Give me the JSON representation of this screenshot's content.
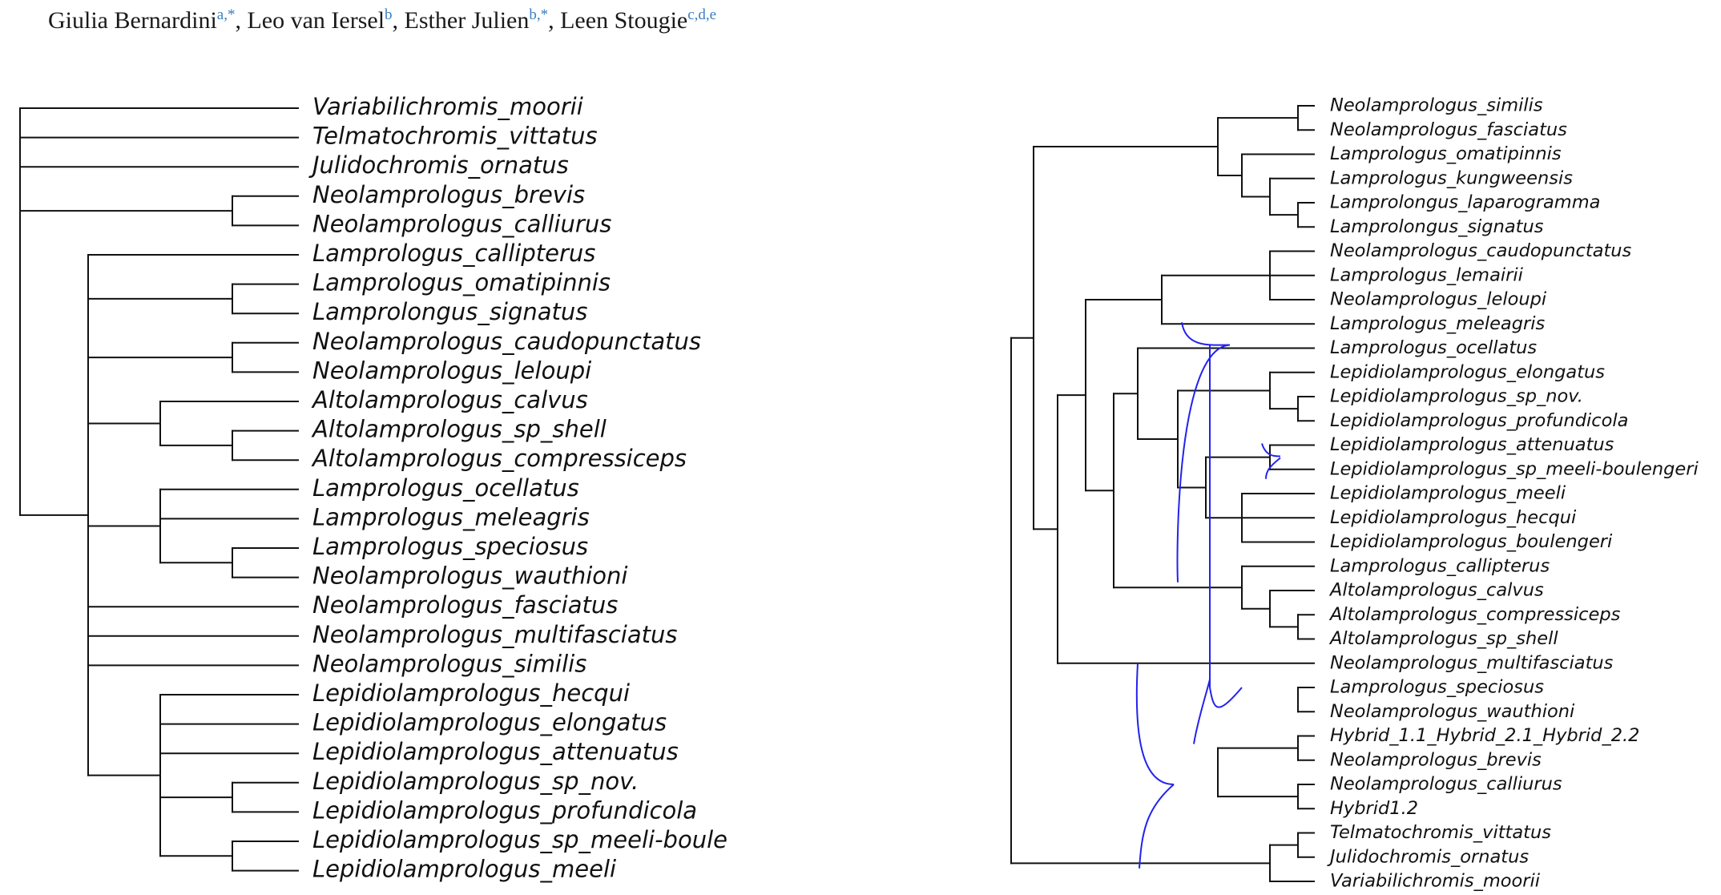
{
  "header": {
    "authors": [
      {
        "name": "Giulia Bernardini",
        "sup": "a,*"
      },
      {
        "name": "Leo van Iersel",
        "sup": "b"
      },
      {
        "name": "Esther Julien",
        "sup": "b,*"
      },
      {
        "name": "Leen Stougie",
        "sup": "c,d,e"
      }
    ]
  },
  "colors": {
    "edge": "#111111",
    "reticulation": "#2222ee",
    "affiliation": "#3a7fc4"
  },
  "left_tree": {
    "leaves": [
      "Variabilichromis_moorii",
      "Telmatochromis_vittatus",
      "Julidochromis_ornatus",
      "Neolamprologus_brevis",
      "Neolamprologus_calliurus",
      "Lamprologus_callipterus",
      "Lamprologus_omatipinnis",
      "Lamprolongus_signatus",
      "Neolamprologus_caudopunctatus",
      "Neolamprologus_leloupi",
      "Altolamprologus_calvus",
      "Altolamprologus_sp_shell",
      "Altolamprologus_compressiceps",
      "Lamprologus_ocellatus",
      "Lamprologus_meleagris",
      "Lamprologus_speciosus",
      "Neolamprologus_wauthioni",
      "Neolamprologus_fasciatus",
      "Neolamprologus_multifasciatus",
      "Neolamprologus_similis",
      "Lepidiolamprologus_hecqui",
      "Lepidiolamprologus_elongatus",
      "Lepidiolamprologus_attenuatus",
      "Lepidiolamprologus_sp_nov.",
      "Lepidiolamprologus_profundicola",
      "Lepidiolamprologus_sp_meeli-boule",
      "Lepidiolamprologus_meeli"
    ]
  },
  "right_network": {
    "leaves": [
      "Neolamprologus_similis",
      "Neolamprologus_fasciatus",
      "Lamprologus_omatipinnis",
      "Lamprologus_kungweensis",
      "Lamprolongus_laparogramma",
      "Lamprolongus_signatus",
      "Neolamprologus_caudopunctatus",
      "Lamprologus_lemairii",
      "Neolamprologus_leloupi",
      "Lamprologus_meleagris",
      "Lamprologus_ocellatus",
      "Lepidiolamprologus_elongatus",
      "Lepidiolamprologus_sp_nov.",
      "Lepidiolamprologus_profundicola",
      "Lepidiolamprologus_attenuatus",
      "Lepidiolamprologus_sp_meeli-boulengeri",
      "Lepidiolamprologus_meeli",
      "Lepidiolamprologus_hecqui",
      "Lepidiolamprologus_boulengeri",
      "Lamprologus_callipterus",
      "Altolamprologus_calvus",
      "Altolamprologus_compressiceps",
      "Altolamprologus_sp_shell",
      "Neolamprologus_multifasciatus",
      "Lamprologus_speciosus",
      "Neolamprologus_wauthioni",
      "Hybrid_1.1_Hybrid_2.1_Hybrid_2.2",
      "Neolamprologus_brevis",
      "Neolamprologus_calliurus",
      "Hybrid1.2",
      "Telmatochromis_vittatus",
      "Julidochromis_ornatus",
      "Variabilichromis_moorii"
    ]
  }
}
